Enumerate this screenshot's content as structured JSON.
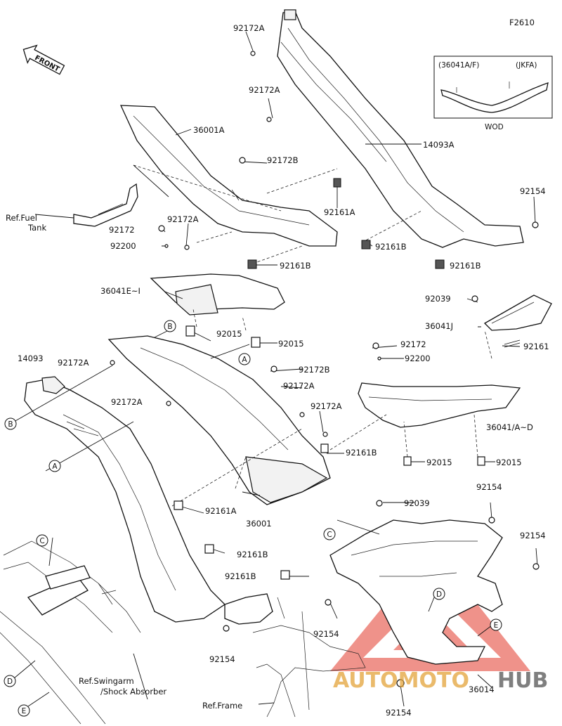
{
  "figure_id": "F2610",
  "front_label": "FRONT",
  "inset": {
    "header_left": "(36041A/F)",
    "header_right": "(JKFA)",
    "footer": "WOD"
  },
  "refs": {
    "fuel_line1": "Ref.Fuel",
    "fuel_line2": "Tank",
    "swingarm_line1": "Ref.Swingarm",
    "swingarm_line2": "/Shock Absorber",
    "frame": "Ref.Frame"
  },
  "callouts": [
    "A",
    "B",
    "C",
    "D",
    "E"
  ],
  "parts": {
    "p_92172A_1": "92172A",
    "p_92172A_2": "92172A",
    "p_36001A": "36001A",
    "p_14093A": "14093A",
    "p_92172B_1": "92172B",
    "p_92161A_1": "92161A",
    "p_92154_1": "92154",
    "p_92172_1": "92172",
    "p_92172A_3": "92172A",
    "p_92200_1": "92200",
    "p_92161B_1": "92161B",
    "p_92161B_2": "92161B",
    "p_92161B_3": "92161B",
    "p_36041E": "36041E~I",
    "p_92015_1": "92015",
    "p_92015_2": "92015",
    "p_92039_1": "92039",
    "p_36041J": "36041J",
    "p_92161": "92161",
    "p_92172_2": "92172",
    "p_92200_2": "92200",
    "p_14093": "14093",
    "p_92172A_4": "92172A",
    "p_92172B_2": "92172B",
    "p_92172A_5": "92172A",
    "p_92172A_6": "92172A",
    "p_92172A_7": "92172A",
    "p_36041AD": "36041/A~D",
    "p_92161B_4": "92161B",
    "p_92015_3": "92015",
    "p_92015_4": "92015",
    "p_92161A_2": "92161A",
    "p_36001": "36001",
    "p_92154_2": "92154",
    "p_92039_2": "92039",
    "p_92154_3": "92154",
    "p_92161B_5": "92161B",
    "p_92161B_6": "92161B",
    "p_92154_4": "92154",
    "p_92154_5": "92154",
    "p_36014": "36014",
    "p_92154_6": "92154"
  },
  "watermark": {
    "part1": "AUTOMOTO",
    "part2": "HUB"
  },
  "colors": {
    "line": "#111111",
    "watermark_red": "#e23a2c",
    "watermark_gold": "#e3a33a",
    "watermark_dark": "#555555"
  }
}
